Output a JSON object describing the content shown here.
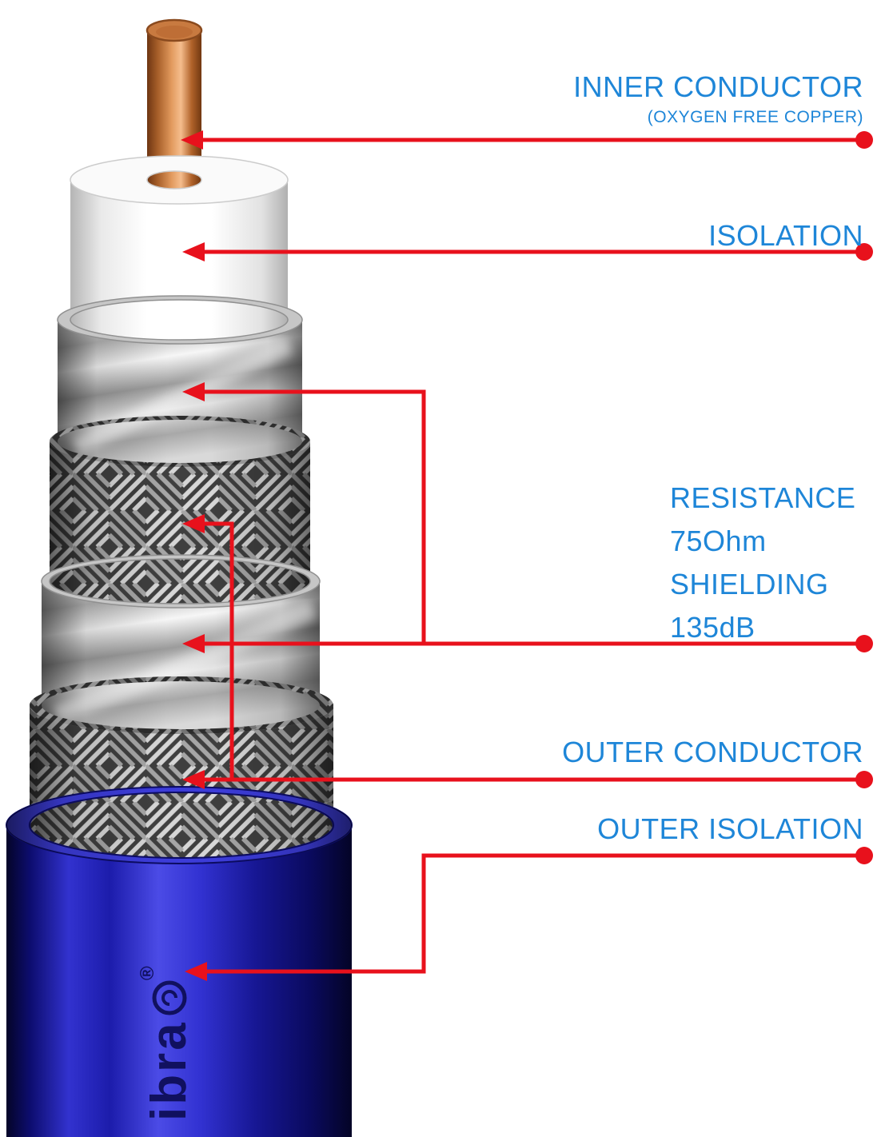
{
  "labels": {
    "inner_conductor": {
      "title": "INNER CONDUCTOR",
      "subtitle": "(OXYGEN FREE COPPER)"
    },
    "isolation": {
      "title": "ISOLATION"
    },
    "resistance": {
      "lines": [
        "RESISTANCE",
        "75Ohm",
        "SHIELDING",
        "135dB"
      ]
    },
    "outer_conductor": {
      "title": "OUTER CONDUCTOR"
    },
    "outer_isolation": {
      "title": "OUTER ISOLATION"
    }
  },
  "logo": {
    "brand": "ibra",
    "registered": "®"
  },
  "colors": {
    "label_blue": "#1e86d8",
    "pointer_red": "#e8111c",
    "copper": "#c87a40",
    "insulation_white": "#ffffff",
    "shield_silver": "#c6c6c6",
    "jacket_blue": "#3232cf"
  },
  "cable_layers": [
    {
      "name": "inner-conductor"
    },
    {
      "name": "isolation"
    },
    {
      "name": "foil-shield-1"
    },
    {
      "name": "braid-shield-1"
    },
    {
      "name": "foil-shield-2"
    },
    {
      "name": "braid-shield-2"
    },
    {
      "name": "outer-isolation-jacket"
    }
  ]
}
